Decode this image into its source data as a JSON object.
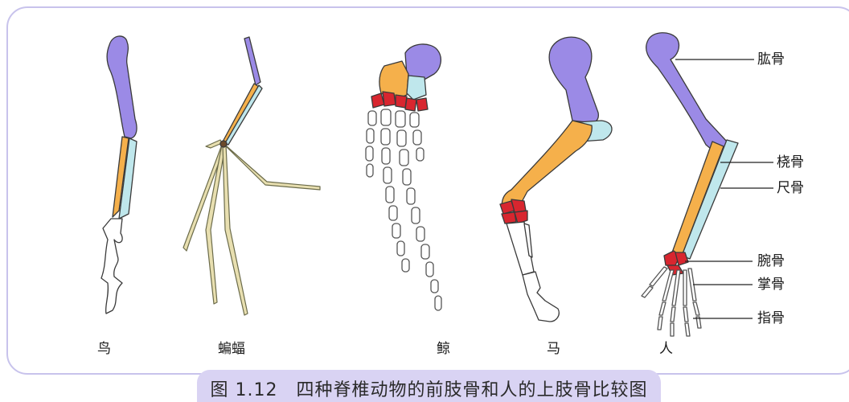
{
  "colors": {
    "humerus": "#9b8ae6",
    "radius": "#f5b04b",
    "ulna": "#bfe7ec",
    "carpals": "#d8262f",
    "phalanges": "#ffffff",
    "bat_bones": "#e8dfb0",
    "frame_border": "#c8c3ec",
    "caption_bg": "#d9d3f3"
  },
  "animals": [
    {
      "name": "鸟"
    },
    {
      "name": "蝙蝠"
    },
    {
      "name": "鲸"
    },
    {
      "name": "马"
    },
    {
      "name": "人"
    }
  ],
  "bone_labels": [
    {
      "name": "肱骨"
    },
    {
      "name": "桡骨"
    },
    {
      "name": "尺骨"
    },
    {
      "name": "腕骨"
    },
    {
      "name": "掌骨"
    },
    {
      "name": "指骨"
    }
  ],
  "caption": "图 1.12　四种脊椎动物的前肢骨和人的上肢骨比较图"
}
